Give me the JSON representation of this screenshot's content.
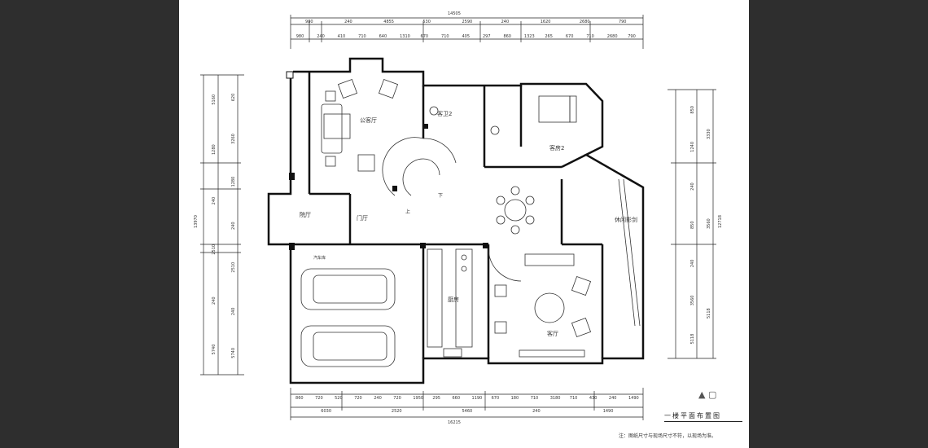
{
  "drawing": {
    "title": "一楼平面布置图",
    "note": "注：图纸尺寸与现场尺寸不符，以现场为准。"
  },
  "rooms": {
    "living_upper": "公客厅",
    "guest_bath_2": "客卫2",
    "guest_room_2": "客房2",
    "courtyard": "院厅",
    "foyer": "门厅",
    "leisure": "休闲影剑",
    "kitchen": "厨房",
    "living_lower": "客厅",
    "garage_label": "汽车库",
    "stair_down": "下",
    "stair_up": "上"
  },
  "dimensions": {
    "top_total": "14505",
    "top_row1": [
      "980",
      "240",
      "4855",
      "530",
      "2590",
      "240",
      "1620",
      "2680",
      "790"
    ],
    "top_row2": [
      "980",
      "240",
      "410",
      "710",
      "640",
      "1310",
      "670",
      "710",
      "405",
      "297",
      "860",
      "1323",
      "265",
      "670",
      "710",
      "2680",
      "790"
    ],
    "bottom_row1": [
      "860",
      "720",
      "520",
      "720",
      "240",
      "720",
      "1950",
      "295",
      "660",
      "1190",
      "670",
      "180",
      "710",
      "3180",
      "710",
      "430",
      "240",
      "1490"
    ],
    "bottom_row2": [
      "6030",
      "2520",
      "5460",
      "240",
      "1490"
    ],
    "bottom_total": "16215",
    "left_total": "13970",
    "left_outer": [
      "5160",
      "1280",
      "240",
      "2510",
      "240",
      "5740"
    ],
    "left_inner": [
      "620",
      "3260",
      "1280",
      "240",
      "2510",
      "240",
      "5740"
    ],
    "right_total": "12718",
    "right_outer": [
      "3330",
      "3560",
      "5118"
    ],
    "right_inner": [
      "850",
      "1240",
      "240",
      "850",
      "240",
      "3560",
      "5118"
    ]
  },
  "colors": {
    "background": "#2e2e2e",
    "sheet": "#ffffff",
    "line": "#222222",
    "column": "#111111"
  }
}
